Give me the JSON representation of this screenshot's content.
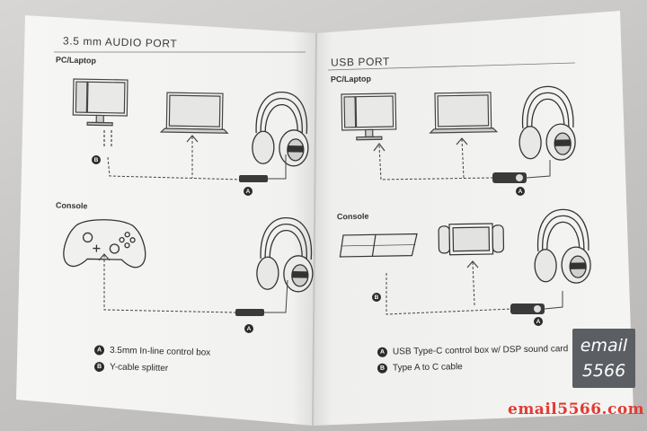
{
  "left_page": {
    "section_title": "3.5 mm AUDIO PORT",
    "pc_label": "PC/Laptop",
    "console_label": "Console",
    "legend": [
      {
        "badge": "A",
        "text": "3.5mm In-line control box"
      },
      {
        "badge": "B",
        "text": "Y-cable splitter"
      }
    ]
  },
  "right_page": {
    "section_title": "USB PORT",
    "pc_label": "PC/Laptop",
    "console_label": "Console",
    "legend": [
      {
        "badge": "A",
        "text": "USB Type-C control box w/ DSP sound card"
      },
      {
        "badge": "B",
        "text": "Type A to C cable"
      }
    ]
  },
  "callouts": {
    "a": "A",
    "b": "B"
  },
  "watermark": {
    "line1": "email",
    "line2": "5566",
    "url": "email5566.com"
  },
  "colors": {
    "paper": "#f3f3f1",
    "ink": "#333333",
    "watermark_box": "#5b5f64",
    "watermark_url": "#e23a33"
  },
  "icons": [
    "monitor-icon",
    "laptop-icon",
    "headset-icon",
    "gamepad-icon",
    "ps4-console-icon",
    "switch-console-icon"
  ]
}
